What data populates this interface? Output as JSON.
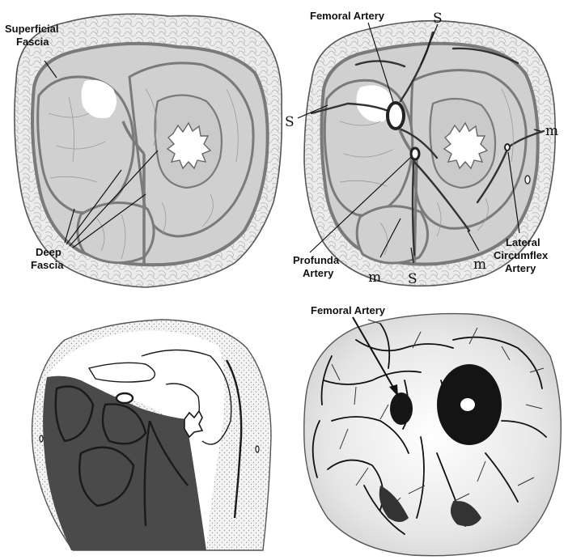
{
  "panels": {
    "top_left": {
      "labels": {
        "superficial_line1": "Superficial",
        "superficial_line2": "Fascia",
        "deep_line1": "Deep",
        "deep_line2": "Fascia"
      }
    },
    "top_right": {
      "labels": {
        "femoral_artery": "Femoral Artery",
        "profunda_line1": "Profunda",
        "profunda_line2": "Artery",
        "lateral_line1": "Lateral",
        "lateral_line2": "Circumflex",
        "lateral_line3": "Artery",
        "s_top": "S",
        "s_left": "S",
        "s_bottom": "S",
        "m_right": "m",
        "m_bottom_left": "m",
        "m_bottom_right": "m"
      }
    },
    "bottom_right": {
      "labels": {
        "femoral_artery": "Femoral Artery"
      }
    }
  },
  "colors": {
    "muscle_fill": "#d0d0d0",
    "septum_stroke": "#7a7a7a",
    "outline": "#444444",
    "dark_region": "#4a4a4a",
    "ink": "#111111"
  }
}
